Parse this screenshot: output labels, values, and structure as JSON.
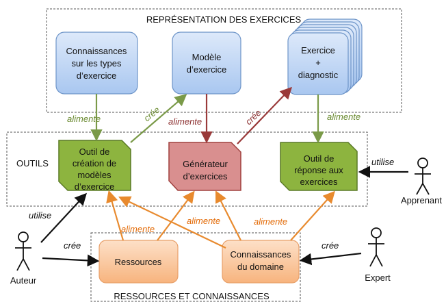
{
  "regions": {
    "exercises": "REPRÉSENTATION DES EXERCICES",
    "tools": "OUTILS",
    "resources": "RESSOURCES ET CONNAISSANCES"
  },
  "boxes": {
    "knowledge_types": [
      "Connaissances",
      "sur les types",
      "d’exercice"
    ],
    "exercise_model": [
      "Modèle",
      "d’exercice"
    ],
    "exercise_diag": [
      "Exercice",
      "+",
      "diagnostic"
    ],
    "model_tool": [
      "Outil de",
      "création de",
      "modèles",
      "d’exercice"
    ],
    "generator": [
      "Générateur",
      "d’exercices"
    ],
    "answer_tool": [
      "Outil de",
      "réponse aux",
      "exercices"
    ],
    "resources": [
      "Ressources"
    ],
    "domain_knowledge": [
      "Connaissances",
      "du domaine"
    ]
  },
  "actors": {
    "author": "Auteur",
    "learner": "Apprenant",
    "expert": "Expert"
  },
  "edge_labels": {
    "feeds": "alimente",
    "creates": "crée",
    "uses": "utilise"
  },
  "colors": {
    "blue_fill": "#c4d9f6",
    "blue_border": "#6d94c8",
    "green_fill": "#8db43f",
    "green_border": "#5a7a26",
    "red_fill": "#d98f8f",
    "red_border": "#a0403e",
    "orange_fill": "#f9c59b",
    "orange_border": "#e8a06a",
    "green_arrow": "#7a9a48",
    "red_arrow": "#9a3a3a",
    "orange_arrow": "#e88a2e",
    "black_arrow": "#111111",
    "green_label": "#6a8a30",
    "red_label": "#8c3030",
    "orange_label": "#e36c0a"
  }
}
